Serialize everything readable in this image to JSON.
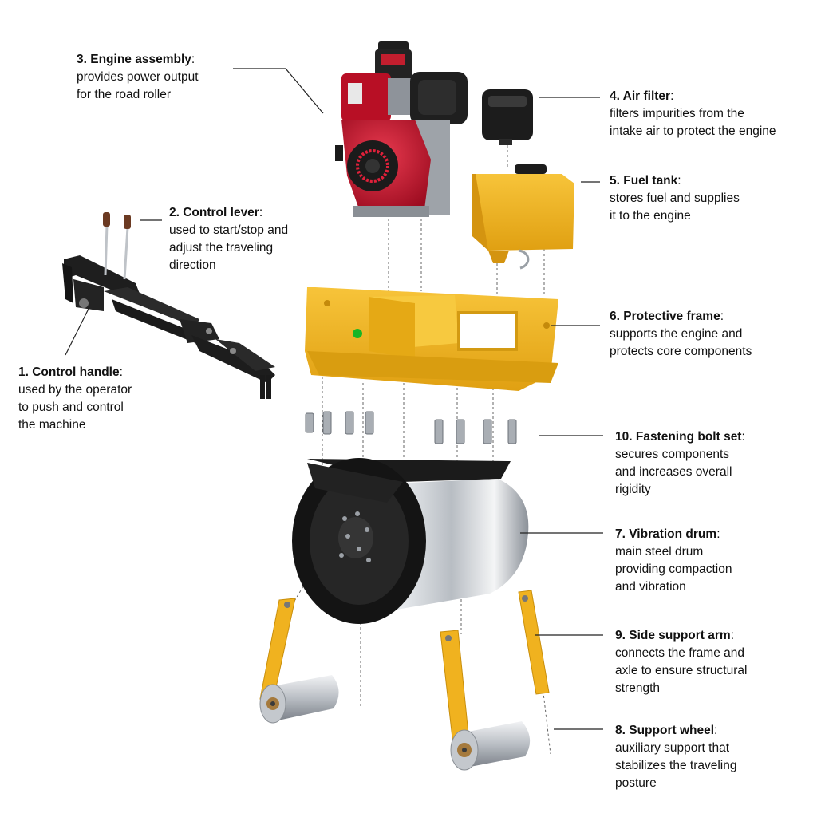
{
  "callouts": [
    {
      "id": "engine",
      "title": "3. Engine assembly",
      "desc_lines": [
        "provides power output",
        "for the road roller"
      ]
    },
    {
      "id": "air-filter",
      "title": "4. Air filter",
      "desc_lines": [
        "filters impurities from the",
        "intake air to protect the engine"
      ]
    },
    {
      "id": "fuel-tank",
      "title": "5. Fuel tank",
      "desc_lines": [
        "stores fuel and supplies",
        "it to the engine"
      ]
    },
    {
      "id": "control-lever",
      "title": "2. Control lever",
      "desc_lines": [
        "used to start/stop and",
        "adjust the traveling",
        "direction"
      ]
    },
    {
      "id": "protective-frame",
      "title": "6. Protective frame",
      "desc_lines": [
        "supports the engine and",
        "protects core components"
      ]
    },
    {
      "id": "control-handle",
      "title": "1. Control handle",
      "desc_lines": [
        "used by the operator",
        "to push and control",
        "the machine"
      ]
    },
    {
      "id": "bolt-set",
      "title": "10. Fastening bolt set",
      "desc_lines": [
        "secures components",
        "and increases overall",
        "rigidity"
      ]
    },
    {
      "id": "vibration-drum",
      "title": "7. Vibration drum",
      "desc_lines": [
        "main steel drum",
        "providing compaction",
        "and vibration"
      ]
    },
    {
      "id": "side-support-arm",
      "title": "9. Side support arm",
      "desc_lines": [
        "connects the frame and",
        "axle to ensure structural",
        "strength"
      ]
    },
    {
      "id": "support-wheel",
      "title": "8. Support wheel",
      "desc_lines": [
        "auxiliary support that",
        "stabilizes the traveling",
        "posture"
      ]
    }
  ],
  "colors": {
    "frame_yellow": "#f2b41f",
    "engine_red": "#c8102e",
    "drum_steel": "#c9cdd2",
    "black_part": "#1c1c1c",
    "leader_line": "#222222"
  }
}
